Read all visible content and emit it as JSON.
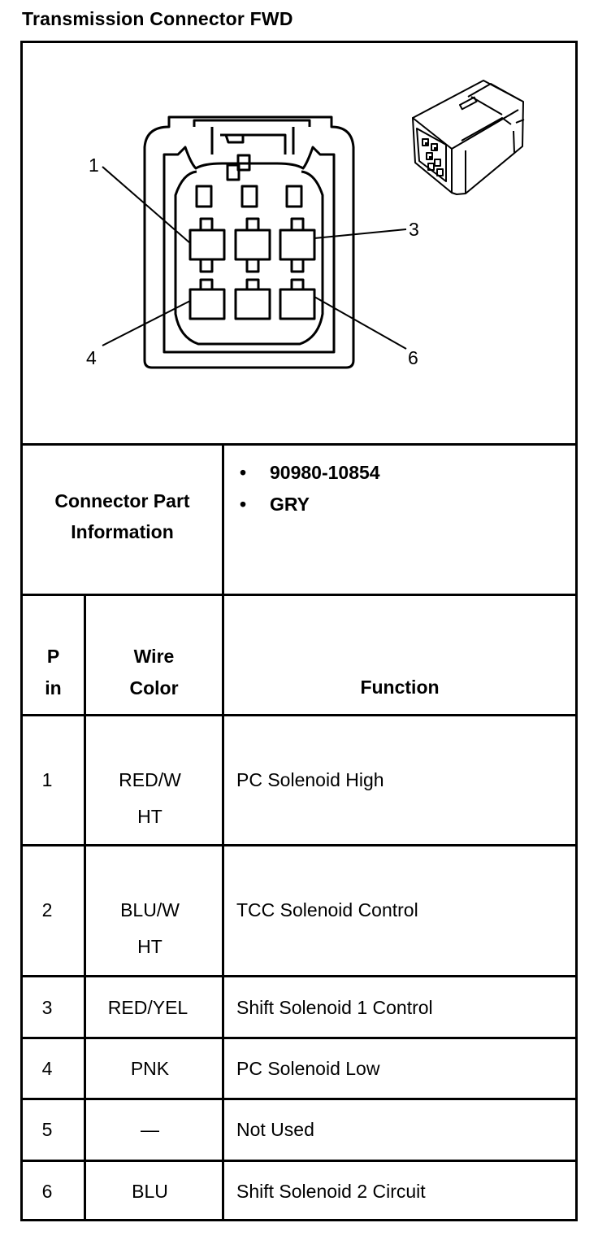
{
  "page": {
    "title": "Transmission Connector FWD"
  },
  "diagram": {
    "callouts": [
      "1",
      "3",
      "4",
      "6"
    ]
  },
  "part_info": {
    "label_line1": "Connector Part",
    "label_line2": "Information",
    "bullet_symbol": "•",
    "items": [
      "90980-10854",
      "GRY"
    ]
  },
  "pin_table": {
    "headers": {
      "pin_line1": "P",
      "pin_line2": "in",
      "wire_line1": "Wire",
      "wire_line2": "Color",
      "function": "Function"
    },
    "rows": [
      {
        "pin": "1",
        "wire_line1": "RED/W",
        "wire_line2": "HT",
        "function": "PC Solenoid High"
      },
      {
        "pin": "2",
        "wire_line1": "BLU/W",
        "wire_line2": "HT",
        "function": "TCC Solenoid Control"
      },
      {
        "pin": "3",
        "wire_line1": "RED/YEL",
        "wire_line2": "",
        "function": "Shift Solenoid 1 Control"
      },
      {
        "pin": "4",
        "wire_line1": "PNK",
        "wire_line2": "",
        "function": "PC Solenoid Low"
      },
      {
        "pin": "5",
        "wire_line1": "—",
        "wire_line2": "",
        "function": "Not Used"
      },
      {
        "pin": "6",
        "wire_line1": "BLU",
        "wire_line2": "",
        "function": "Shift Solenoid 2 Circuit"
      }
    ]
  }
}
